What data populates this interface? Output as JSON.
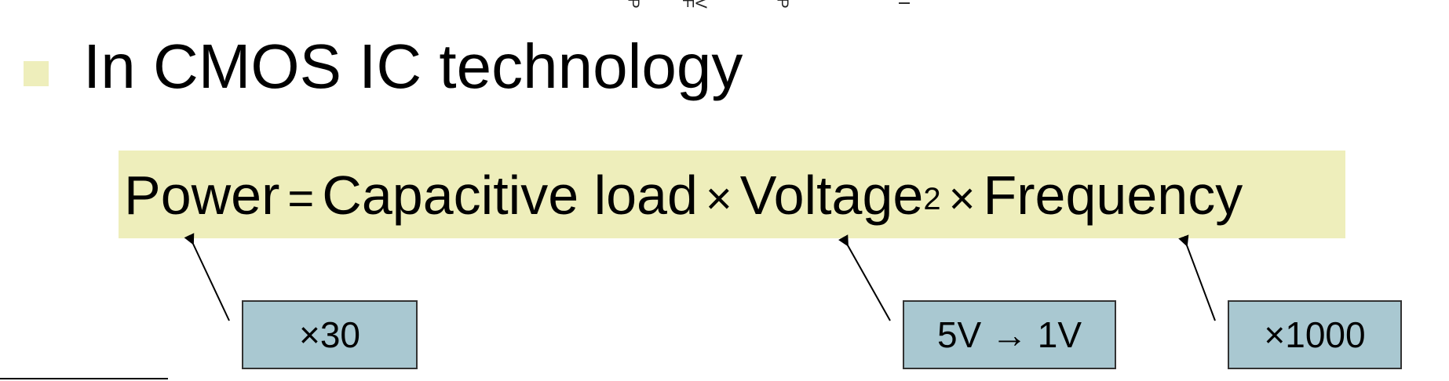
{
  "top_fragments": [
    "P",
    "F",
    "V",
    "P",
    "I"
  ],
  "bullet": {
    "text": "In CMOS IC technology"
  },
  "formula": {
    "power": "Power",
    "equals": "=",
    "capacitive_load": "Capacitive load",
    "times_1": "×",
    "voltage": "Voltage",
    "exponent": "2",
    "times_2": "×",
    "frequency": "Frequency"
  },
  "callouts": {
    "capacitive": "×30",
    "voltage": "5V → 1V",
    "frequency": "×1000"
  },
  "colors": {
    "highlight": "#eeeebb",
    "callout_fill": "#a9c8d1",
    "text": "#000000"
  }
}
